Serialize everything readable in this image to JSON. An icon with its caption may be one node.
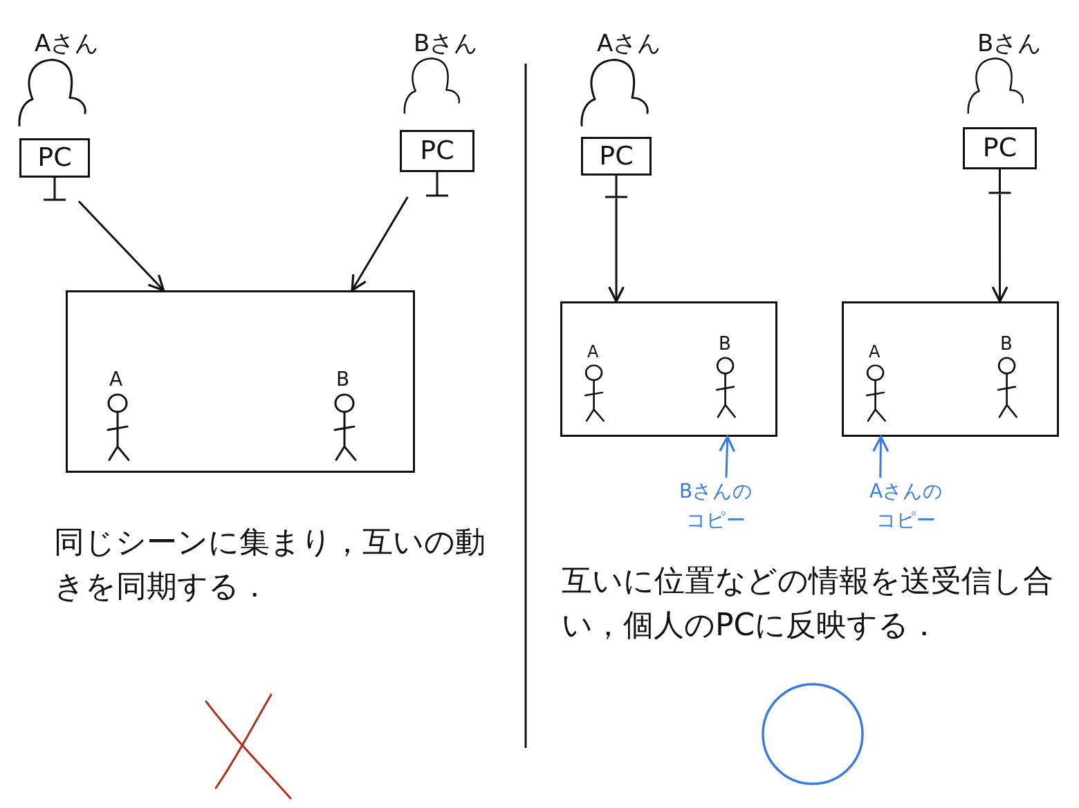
{
  "diagram": {
    "nodes": [
      {
        "text": [
          "Aさん"
        ]
      },
      {
        "text": [
          "PC"
        ]
      },
      {
        "text": [
          "Bさん"
        ]
      },
      {
        "text": [
          "PC"
        ]
      },
      {
        "text": [],
        "shape": "box"
      },
      {
        "text": [
          "A"
        ],
        "in": 4
      },
      {
        "text": [
          "B"
        ],
        "in": 4
      },
      {
        "text": [
          "Aさん"
        ]
      },
      {
        "text": [
          "PC"
        ]
      },
      {
        "text": [
          "Bさん"
        ]
      },
      {
        "text": [
          "PC"
        ]
      },
      {
        "text": [],
        "shape": "box"
      },
      {
        "text": [
          "A"
        ],
        "in": 11
      },
      {
        "text": [
          "B"
        ],
        "in": 11
      },
      {
        "text": [],
        "shape": "box"
      },
      {
        "text": [
          "A"
        ],
        "in": 14
      },
      {
        "text": [
          "B"
        ],
        "in": 14
      },
      {
        "text": [
          "Bさんのコピー"
        ]
      },
      {
        "text": [
          "Aさんのコピー"
        ]
      }
    ],
    "edges": [
      {
        "from": 1,
        "to": 4,
        "arrow": "to"
      },
      {
        "from": 3,
        "to": 4,
        "arrow": "to"
      },
      {
        "from": 8,
        "to": 11,
        "arrow": "to"
      },
      {
        "from": 10,
        "to": 14,
        "arrow": "to"
      },
      {
        "from": 17,
        "to": 11,
        "arrow": "to",
        "color": "#3a7be0"
      },
      {
        "from": 18,
        "to": 14,
        "arrow": "to",
        "color": "#3a7be0"
      }
    ],
    "labels": [
      "同じシーンに集まり，互いの動きを同期する．",
      "互いに位置などの情報を送受信し合い，個人のPCに反映する．"
    ]
  }
}
